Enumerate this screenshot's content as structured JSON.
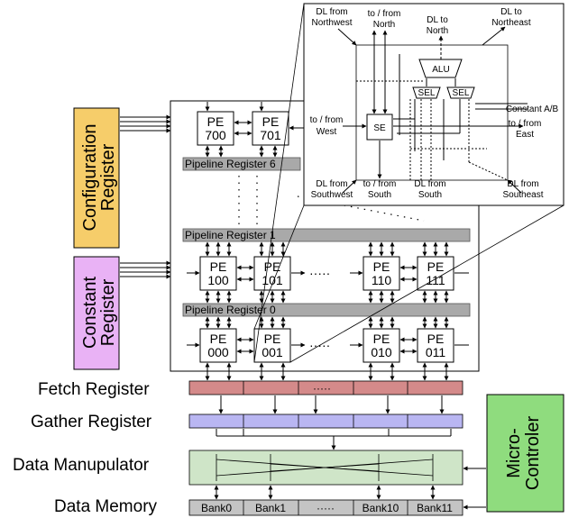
{
  "side_registers": {
    "configuration": "Configuration Register",
    "configuration_lines": [
      "Configuration",
      "Register"
    ],
    "constant": "Constant Register",
    "constant_lines": [
      "Constant",
      "Register"
    ],
    "configuration_color": "#f6cd6a",
    "constant_color": "#e9b2f5"
  },
  "pipeline_registers": {
    "reg6": "Pipeline Register 6",
    "reg1": "Pipeline Register 1",
    "reg0": "Pipeline Register 0",
    "color": "#a9a9a9"
  },
  "pe_rows": {
    "row7": [
      {
        "top": "PE",
        "bottom": "700"
      },
      {
        "top": "PE",
        "bottom": "701"
      }
    ],
    "row1": [
      {
        "top": "PE",
        "bottom": "100"
      },
      {
        "top": "PE",
        "bottom": "101"
      },
      {
        "top": "PE",
        "bottom": "110"
      },
      {
        "top": "PE",
        "bottom": "111"
      }
    ],
    "row0": [
      {
        "top": "PE",
        "bottom": "000"
      },
      {
        "top": "PE",
        "bottom": "001"
      },
      {
        "top": "PE",
        "bottom": "010"
      },
      {
        "top": "PE",
        "bottom": "011"
      }
    ],
    "ellipsis": "·····"
  },
  "left_labels": {
    "fetch": "Fetch Register",
    "gather": "Gather Register",
    "manipulator": "Data Manupulator",
    "memory": "Data Memory"
  },
  "fetch_register": {
    "color": "#d48a8a",
    "ellipsis": "·····"
  },
  "gather_register": {
    "color": "#b9b6f2"
  },
  "data_manipulator": {
    "color": "#cfe5c8"
  },
  "data_memory": {
    "color": "#c4c4c4",
    "banks": [
      "Bank0",
      "Bank1",
      "·····",
      "Bank10",
      "Bank11"
    ]
  },
  "micro_controller": {
    "label": "Micro-Controler",
    "lines": [
      "Micro-",
      "Controler"
    ],
    "color": "#8fdc7e"
  },
  "pe_detail": {
    "dl_from_northwest": [
      "DL from",
      "Northwest"
    ],
    "to_from_north": [
      "to / from",
      "North"
    ],
    "dl_to_north": [
      "DL to",
      "North"
    ],
    "dl_to_northeast": [
      "DL to",
      "Northeast"
    ],
    "alu": "ALU",
    "sel_left": "SEL",
    "sel_right": "SEL",
    "se": "SE",
    "constant_ab": "Constant A/B",
    "to_from_west": [
      "to / from",
      "West"
    ],
    "to_from_east": [
      "to / from",
      "East"
    ],
    "dl_from_southwest": [
      "DL from",
      "Southwest"
    ],
    "to_from_south": [
      "to / from",
      "South"
    ],
    "dl_from_south": [
      "DL from",
      "South"
    ],
    "dl_from_southeast": [
      "DL from",
      "Southeast"
    ]
  }
}
